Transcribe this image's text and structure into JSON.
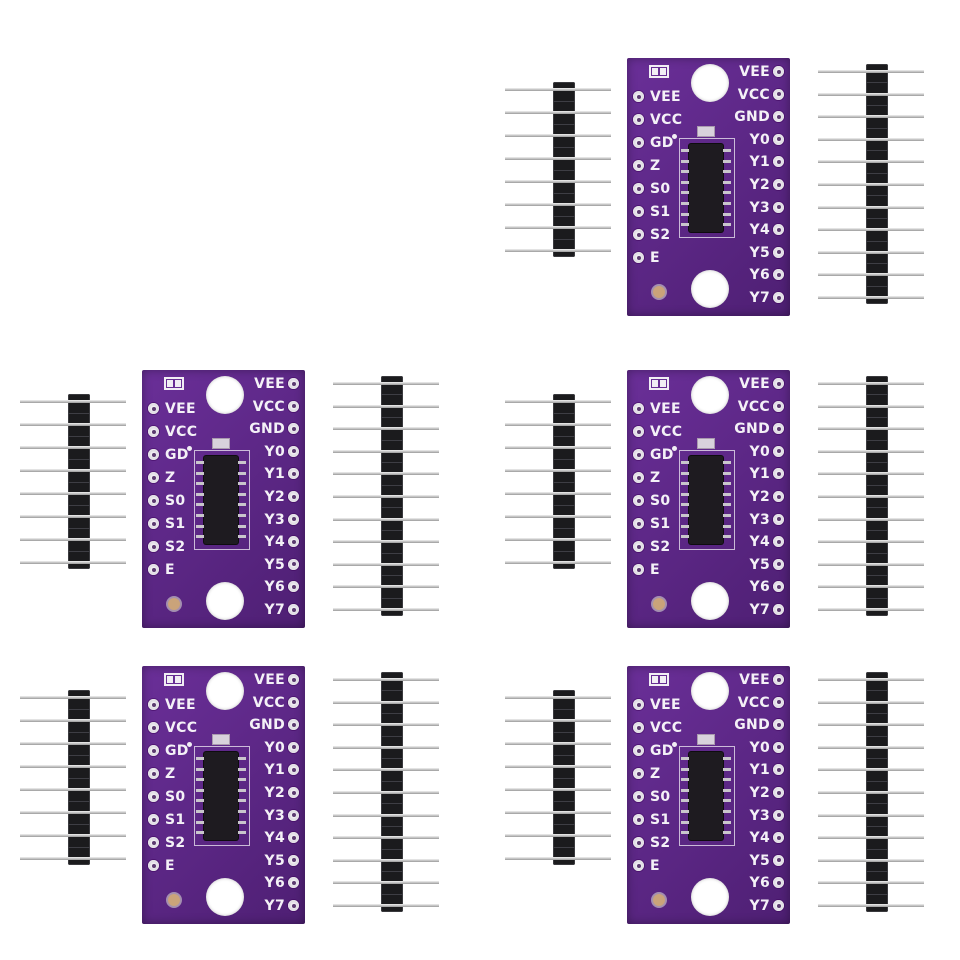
{
  "product": {
    "board_color": "#6a2f98",
    "board_color_dark": "#4e1f73",
    "header_color": "#1b1b1d",
    "pin_color": "#c8c8c8"
  },
  "board": {
    "left_labels": [
      "VEE",
      "VCC",
      "GD",
      "Z",
      "S0",
      "S1",
      "S2",
      "E"
    ],
    "right_labels": [
      "VEE",
      "VCC",
      "GND",
      "Y0",
      "Y1",
      "Y2",
      "Y3",
      "Y4",
      "Y5",
      "Y6",
      "Y7"
    ]
  },
  "headers": {
    "short_pin_count": 8,
    "long_pin_count": 11
  },
  "modules": [
    {
      "id": "module-1"
    },
    {
      "id": "module-2"
    },
    {
      "id": "module-3"
    },
    {
      "id": "module-4"
    },
    {
      "id": "module-5"
    }
  ]
}
